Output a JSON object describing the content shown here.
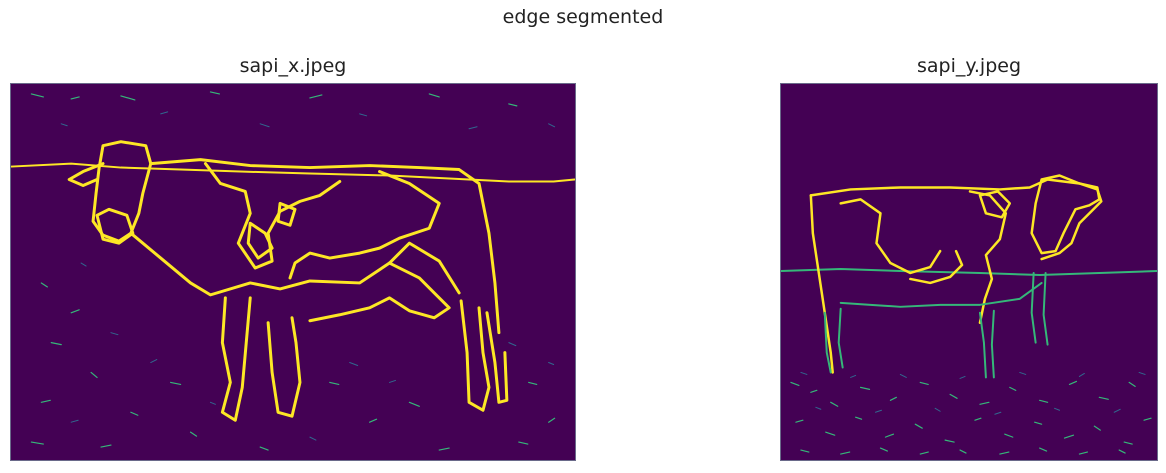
{
  "figure": {
    "title": "edge segmented",
    "colormap": "viridis",
    "background_color": "#440154",
    "edge_strong_color": "#fde725",
    "edge_mid_color": "#35b779",
    "edge_weak_color": "#31688e"
  },
  "panels": [
    {
      "title": "sapi_x.jpeg"
    },
    {
      "title": "sapi_y.jpeg"
    }
  ]
}
